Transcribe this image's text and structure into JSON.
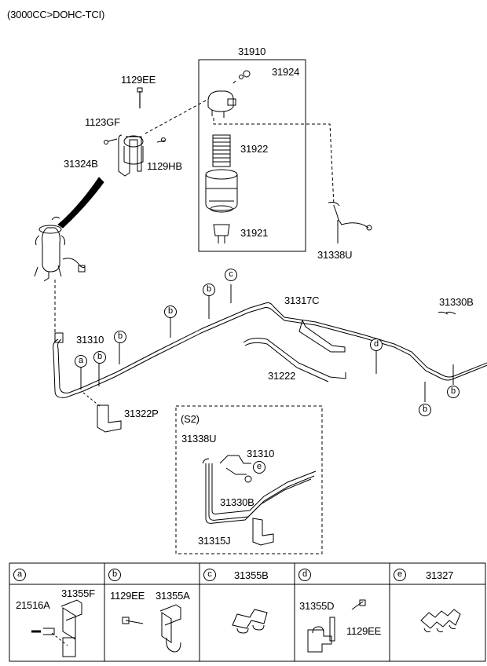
{
  "header": {
    "title": "(3000CC>DOHC-TCI)"
  },
  "parts": {
    "p31910": "31910",
    "p31924": "31924",
    "p31922": "31922",
    "p31921": "31921",
    "p31338U": "31338U",
    "p1129EE": "1129EE",
    "p1123GF": "1123GF",
    "p31324B": "31324B",
    "p1129HB": "1129HB",
    "p31310": "31310",
    "p31317C": "31317C",
    "p31330B": "31330B",
    "p31222": "31222",
    "p31322P": "31322P"
  },
  "callouts": {
    "a": "a",
    "b": "b",
    "c": "c",
    "d": "d",
    "e": "e"
  },
  "detail_s2": {
    "title": "(S2)",
    "p31338U": "31338U",
    "p31310": "31310",
    "p31330B": "31330B",
    "p31315J": "31315J"
  },
  "legend": {
    "cells": [
      {
        "key": "a",
        "parts": [
          "21516A",
          "31355F"
        ]
      },
      {
        "key": "b",
        "parts": [
          "1129EE",
          "31355A"
        ]
      },
      {
        "key": "c",
        "parts": [
          "31355B"
        ]
      },
      {
        "key": "d",
        "parts": [
          "31355D",
          "1129EE"
        ]
      },
      {
        "key": "e",
        "parts": [
          "31327"
        ]
      }
    ]
  }
}
